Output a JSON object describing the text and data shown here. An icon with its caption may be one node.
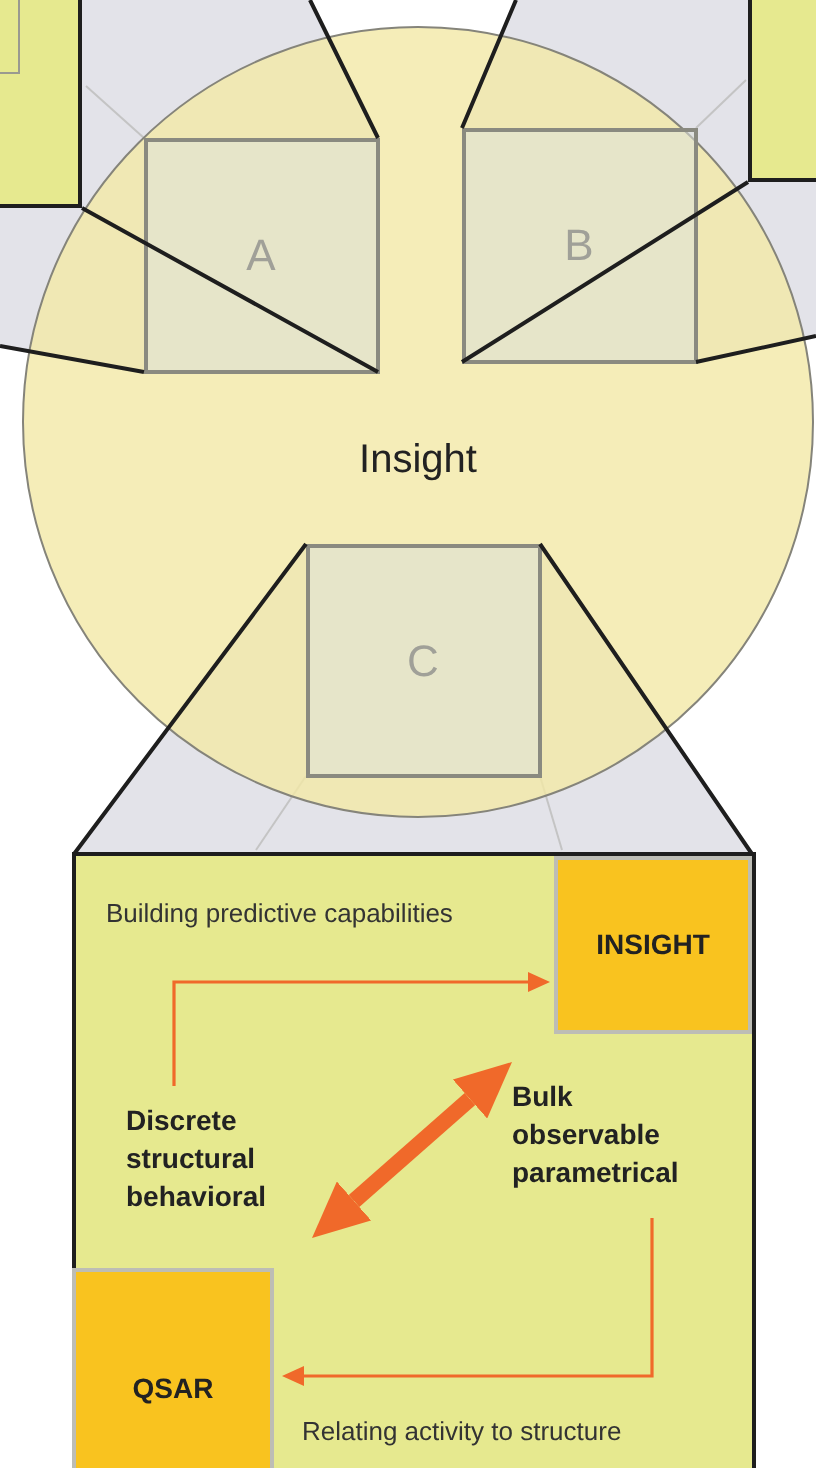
{
  "diagram": {
    "nodes": [
      {
        "text": [
          "Insight"
        ]
      },
      {
        "text": [
          "A"
        ],
        "in": 0
      },
      {
        "text": [
          "B"
        ],
        "in": 0
      },
      {
        "text": [
          "C"
        ],
        "in": 0
      },
      {
        "text": [],
        "shape": "box"
      },
      {
        "text": [],
        "shape": "box"
      },
      {
        "text": [],
        "shape": "box"
      },
      {
        "text": [
          "INSIGHT"
        ],
        "in": 6
      },
      {
        "text": [
          "QSAR"
        ],
        "in": 6
      },
      {
        "text": [
          "Discrete structural behavioral"
        ],
        "in": 6
      },
      {
        "text": [
          "Bulk observable parametrical"
        ],
        "in": 6
      }
    ],
    "edges": [
      {
        "from": 9,
        "to": 7,
        "arrow": "to",
        "label": "Building predictive capabilities",
        "color": "#f0692a"
      },
      {
        "from": 9,
        "to": 10,
        "arrow": "both",
        "style": "thick",
        "color": "#f0692a"
      },
      {
        "from": 10,
        "to": 8,
        "arrow": "to",
        "label": "Relating activity to structure",
        "color": "#f0692a"
      }
    ]
  }
}
